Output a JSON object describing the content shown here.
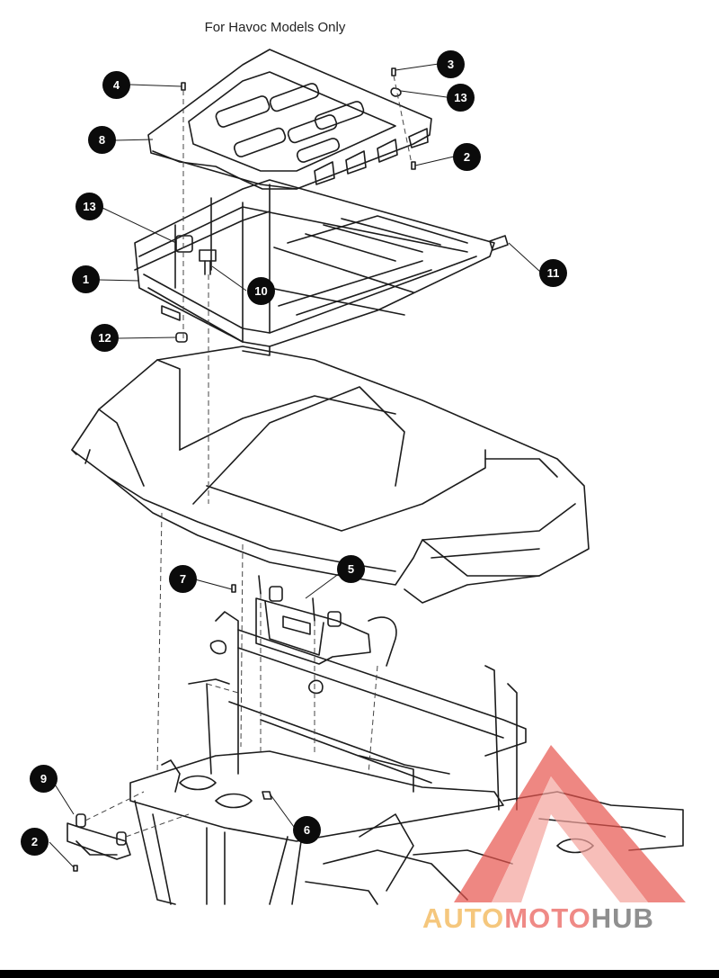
{
  "title": "For Havoc Models Only",
  "callouts": [
    {
      "id": "c1",
      "label": "1"
    },
    {
      "id": "c2a",
      "label": "2"
    },
    {
      "id": "c2b",
      "label": "2"
    },
    {
      "id": "c3",
      "label": "3"
    },
    {
      "id": "c4",
      "label": "4"
    },
    {
      "id": "c5",
      "label": "5"
    },
    {
      "id": "c6",
      "label": "6"
    },
    {
      "id": "c7",
      "label": "7"
    },
    {
      "id": "c8",
      "label": "8"
    },
    {
      "id": "c9",
      "label": "9"
    },
    {
      "id": "c10",
      "label": "10"
    },
    {
      "id": "c11",
      "label": "11"
    },
    {
      "id": "c12",
      "label": "12"
    },
    {
      "id": "c13a",
      "label": "13"
    },
    {
      "id": "c13b",
      "label": "13"
    }
  ],
  "watermark": {
    "part1": "AUTO",
    "part2": "MOTO",
    "part3": "HUB"
  },
  "colors": {
    "line": "#1c1c1c",
    "callout": "#0b0b0b",
    "watermark_red": "#e8554e",
    "watermark_gold": "#f5c77d"
  }
}
